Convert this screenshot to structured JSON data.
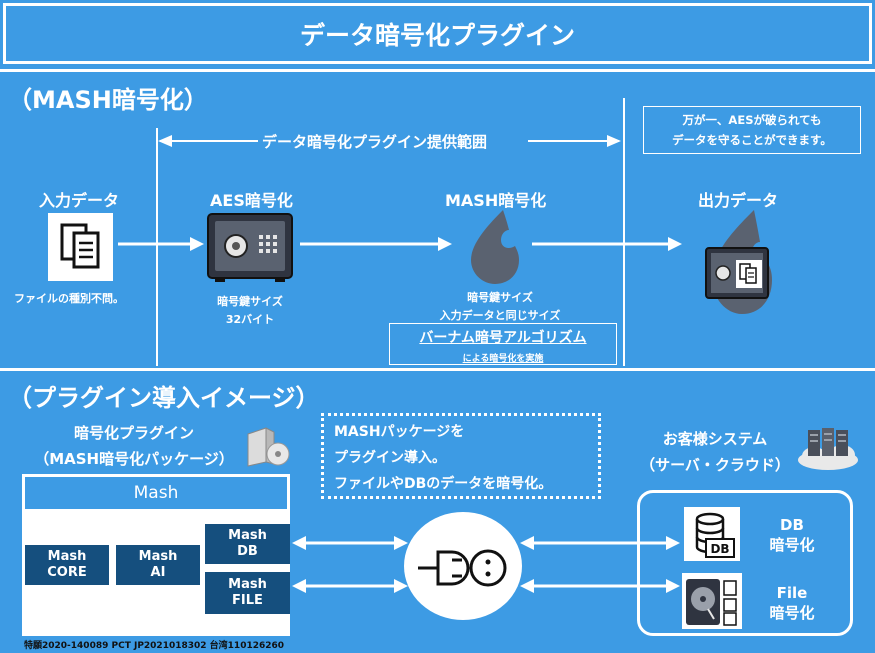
{
  "title": "データ暗号化プラグイン",
  "section1": {
    "heading": "（MASH暗号化）",
    "range_label": "データ暗号化プラグイン提供範囲",
    "note": [
      "万が一、AESが破られても",
      "データを守ることができます。"
    ],
    "input": {
      "title": "入力データ",
      "caption": "ファイルの種別不問。"
    },
    "aes": {
      "title": "AES暗号化",
      "caption": [
        "暗号鍵サイズ",
        "32バイト"
      ]
    },
    "mash": {
      "title": "MASH暗号化",
      "caption": [
        "暗号鍵サイズ",
        "入力データと同じサイズ"
      ],
      "algo_title": "バーナム暗号アルゴリズム",
      "algo_sub": "による暗号化を実施"
    },
    "output": {
      "title": "出力データ"
    }
  },
  "section2": {
    "heading": "（プラグイン導入イメージ）",
    "plugin": [
      "暗号化プラグイン",
      "（MASH暗号化パッケージ）"
    ],
    "callout": [
      "MASHパッケージを",
      "プラグイン導入。",
      "ファイルやDBのデータを暗号化。"
    ],
    "customer": [
      "お客様システム",
      "（サーバ・クラウド）"
    ],
    "mash_box": {
      "header": "Mash",
      "core": [
        "Mash",
        "CORE"
      ],
      "ai": [
        "Mash",
        "AI"
      ],
      "db": [
        "Mash",
        "DB"
      ],
      "file": [
        "Mash",
        "FILE"
      ]
    },
    "db_label": [
      "DB",
      "暗号化"
    ],
    "file_label": [
      "File",
      "暗号化"
    ],
    "db_icon_text": "DB"
  },
  "patent": "特願2020-140089 PCT JP2021018302 台湾110126260",
  "colors": {
    "background": "#3d9be4",
    "dark_blue": "#154f7e",
    "white": "#ffffff"
  }
}
